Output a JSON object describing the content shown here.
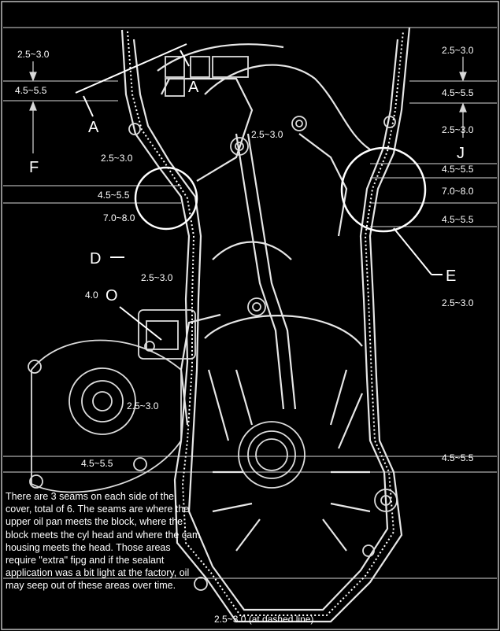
{
  "callouts": {
    "A_left": "A",
    "A_top": "A",
    "D": "D",
    "E": "E",
    "F": "F",
    "J": "J",
    "O": "O"
  },
  "dims": {
    "l_2530_top": "2.5~3.0",
    "l_4555_top": "4.5~5.5",
    "l_2530_mid": "2.5~3.0",
    "l_4555_d": "4.5~5.5",
    "l_7080_d": "7.0~8.0",
    "l_2530_center": "2.5~3.0",
    "l_2530_d2": "2.5~3.0",
    "l_40": "4.0",
    "l_2530_pump": "2.5~3.0",
    "l_4555_bottom": "4.5~5.5",
    "r_2530_top": "2.5~3.0",
    "r_4555_top": "4.5~5.5",
    "r_2530_j": "2.5~3.0",
    "r_4555_e": "4.5~5.5",
    "r_7080_e": "7.0~8.0",
    "r_4555_e2": "4.5~5.5",
    "r_2530_side": "2.5~3.0",
    "r_4555_bottom": "4.5~5.5",
    "bottom_dashed": "2.5~3.0 (at dashed line)"
  },
  "note": "There are 3 seams on each side of the cover, total of 6. The seams are where the upper oil pan meets the block, where the block meets the cyl head and where the cam housing meets the head. Those areas require \"extra\" fipg and if the sealant application was a bit light at the factory, oil may seep out of these areas over time."
}
